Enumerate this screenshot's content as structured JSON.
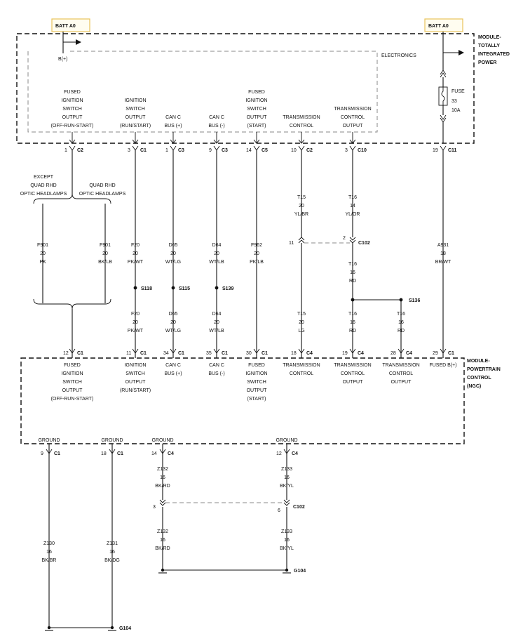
{
  "batt_left": "BATT A0",
  "batt_right": "BATT A0",
  "b_plus": "B(+)",
  "electronics": "ELECTRONICS",
  "tipm_label": [
    "MODULE-",
    "TOTALLY",
    "INTEGRATED",
    "POWER"
  ],
  "pcm_label": [
    "MODULE-",
    "POWERTRAIN",
    "CONTROL",
    "(NGC)"
  ],
  "fuse": [
    "FUSE",
    "33",
    "10A"
  ],
  "top_circuits": [
    {
      "lines": [
        "FUSED",
        "IGNITION",
        "SWITCH",
        "OUTPUT",
        "(OFF-RUN-START)"
      ],
      "pin": "1",
      "conn": "C2"
    },
    {
      "lines": [
        "IGNITION",
        "SWITCH",
        "OUTPUT",
        "(RUN/START)"
      ],
      "pin": "3",
      "conn": "C1"
    },
    {
      "lines": [
        "CAN C",
        "BUS (+)"
      ],
      "pin": "1",
      "conn": "C3"
    },
    {
      "lines": [
        "CAN C",
        "BUS (-)"
      ],
      "pin": "9",
      "conn": "C3"
    },
    {
      "lines": [
        "FUSED",
        "IGNITION",
        "SWITCH",
        "OUTPUT",
        "(START)"
      ],
      "pin": "14",
      "conn": "C5"
    },
    {
      "lines": [
        "TRANSMISSION",
        "CONTROL"
      ],
      "pin": "10",
      "conn": "C2"
    },
    {
      "lines": [
        "TRANSMISSION",
        "CONTROL",
        "OUTPUT"
      ],
      "pin": "3",
      "conn": "C10"
    },
    {
      "lines": [],
      "pin": "19",
      "conn": "C11"
    }
  ],
  "branch_left": [
    "EXCEPT",
    "QUAD RHD",
    "OPTIC HEADLAMPS"
  ],
  "branch_right": [
    "QUAD RHD",
    "OPTIC HEADLAMPS"
  ],
  "wires_upper": [
    {
      "id": "f901a",
      "lines": [
        "F901",
        "20",
        "PK"
      ]
    },
    {
      "id": "f901b",
      "lines": [
        "F901",
        "20",
        "BK/LB"
      ]
    },
    {
      "id": "f20a",
      "lines": [
        "F20",
        "20",
        "PK/WT"
      ]
    },
    {
      "id": "d65a",
      "lines": [
        "D65",
        "20",
        "WT/LG"
      ]
    },
    {
      "id": "d64a",
      "lines": [
        "D64",
        "20",
        "WT/LB"
      ]
    },
    {
      "id": "f962",
      "lines": [
        "F962",
        "20",
        "PK/LB"
      ]
    },
    {
      "id": "t15a",
      "lines": [
        "T15",
        "20",
        "YL/BR"
      ]
    },
    {
      "id": "t16a",
      "lines": [
        "T16",
        "14",
        "YL/OR"
      ]
    },
    {
      "id": "a931",
      "lines": [
        "A931",
        "18",
        "BR/WT"
      ]
    },
    {
      "id": "t16b",
      "lines": [
        "T16",
        "16",
        "RD"
      ]
    }
  ],
  "splices": [
    {
      "id": "s118",
      "label": "S118"
    },
    {
      "id": "s115",
      "label": "S115"
    },
    {
      "id": "s139",
      "label": "S139"
    },
    {
      "id": "s136",
      "label": "S136"
    }
  ],
  "inline_c102_upper": {
    "left_pin": "11",
    "right_pin": "2",
    "name": "C102"
  },
  "wires_lower": [
    {
      "id": "f20b",
      "lines": [
        "F20",
        "20",
        "PK/WT"
      ]
    },
    {
      "id": "d65b",
      "lines": [
        "D65",
        "20",
        "WT/LG"
      ]
    },
    {
      "id": "d64b",
      "lines": [
        "D64",
        "20",
        "WT/LB"
      ]
    },
    {
      "id": "t15b",
      "lines": [
        "T15",
        "20",
        "LG"
      ]
    },
    {
      "id": "t16c",
      "lines": [
        "T16",
        "16",
        "RD"
      ]
    },
    {
      "id": "t16d",
      "lines": [
        "T16",
        "16",
        "RD"
      ]
    }
  ],
  "pcm_pins": [
    {
      "pin": "12",
      "conn": "C1",
      "lines": [
        "FUSED",
        "IGNITION",
        "SWITCH",
        "OUTPUT",
        "(OFF-RUN-START)"
      ]
    },
    {
      "pin": "11",
      "conn": "C1",
      "lines": [
        "IGNITION",
        "SWITCH",
        "OUTPUT",
        "(RUN/START)"
      ]
    },
    {
      "pin": "34",
      "conn": "C1",
      "lines": [
        "CAN C",
        "BUS (+)"
      ]
    },
    {
      "pin": "35",
      "conn": "C1",
      "lines": [
        "CAN C",
        "BUS (-)"
      ]
    },
    {
      "pin": "30",
      "conn": "C1",
      "lines": [
        "FUSED",
        "IGNITION",
        "SWITCH",
        "OUTPUT",
        "(START)"
      ]
    },
    {
      "pin": "18",
      "conn": "C4",
      "lines": [
        "TRANSMISSION",
        "CONTROL"
      ]
    },
    {
      "pin": "19",
      "conn": "C4",
      "lines": [
        "TRANSMISSION",
        "CONTROL",
        "OUTPUT"
      ]
    },
    {
      "pin": "28",
      "conn": "C4",
      "lines": [
        "TRANSMISSION",
        "CONTROL",
        "OUTPUT"
      ]
    },
    {
      "pin": "29",
      "conn": "C1",
      "lines": [
        "FUSED B(+)"
      ]
    }
  ],
  "grounds": [
    {
      "label": "GROUND",
      "pin": "9",
      "conn": "C1"
    },
    {
      "label": "GROUND",
      "pin": "18",
      "conn": "C1"
    },
    {
      "label": "GROUND",
      "pin": "14",
      "conn": "C4"
    },
    {
      "label": "GROUND",
      "pin": "12",
      "conn": "C4"
    }
  ],
  "ground_wires": [
    {
      "id": "z132a",
      "lines": [
        "Z132",
        "16",
        "BK/RD"
      ]
    },
    {
      "id": "z133a",
      "lines": [
        "Z133",
        "16",
        "BK/YL"
      ]
    },
    {
      "id": "z132b",
      "lines": [
        "Z132",
        "16",
        "BK/RD"
      ]
    },
    {
      "id": "z133b",
      "lines": [
        "Z133",
        "16",
        "BK/YL"
      ]
    },
    {
      "id": "z130",
      "lines": [
        "Z130",
        "16",
        "BK/BR"
      ]
    },
    {
      "id": "z131",
      "lines": [
        "Z131",
        "16",
        "BK/DG"
      ]
    }
  ],
  "inline_c102_lower": {
    "left_pin": "3",
    "right_pin": "6",
    "name": "C102"
  },
  "g104_upper": "G104",
  "g104_lower": "G104",
  "colors": {
    "line": "#111111",
    "dashed_inner": "#8a8a8a",
    "batt_border": "#e8c35a",
    "batt_fill": "#fffdf0"
  }
}
